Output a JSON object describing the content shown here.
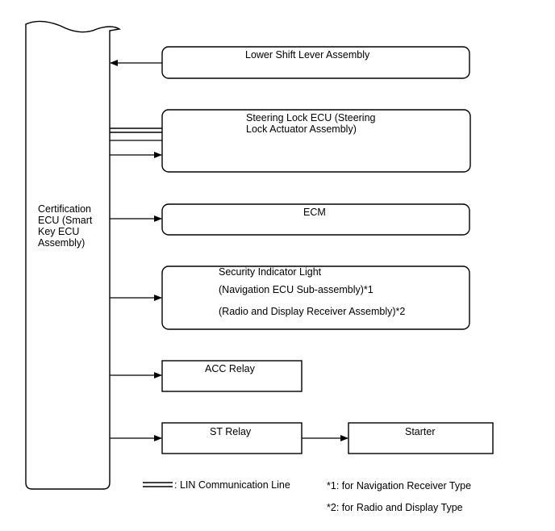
{
  "ecu": {
    "lines": [
      "Certification",
      "ECU (Smart",
      "Key ECU",
      "Assembly)"
    ]
  },
  "components": {
    "lower_shift_lever": {
      "label": "Lower Shift Lever Assembly"
    },
    "steering_lock": {
      "lines": [
        "Steering Lock ECU (Steering",
        "Lock Actuator Assembly)"
      ]
    },
    "ecm": {
      "label": "ECM"
    },
    "security_light": {
      "lines": [
        "Security Indicator Light",
        "(Navigation ECU Sub-assembly)*1",
        "(Radio and Display Receiver Assembly)*2"
      ]
    },
    "acc_relay": {
      "label": "ACC Relay"
    },
    "st_relay": {
      "label": "ST Relay"
    },
    "starter": {
      "label": "Starter"
    }
  },
  "legend": {
    "lin_label": ": LIN Communication Line",
    "note1": "*1: for Navigation Receiver Type",
    "note2": "*2: for Radio and Display Type"
  }
}
